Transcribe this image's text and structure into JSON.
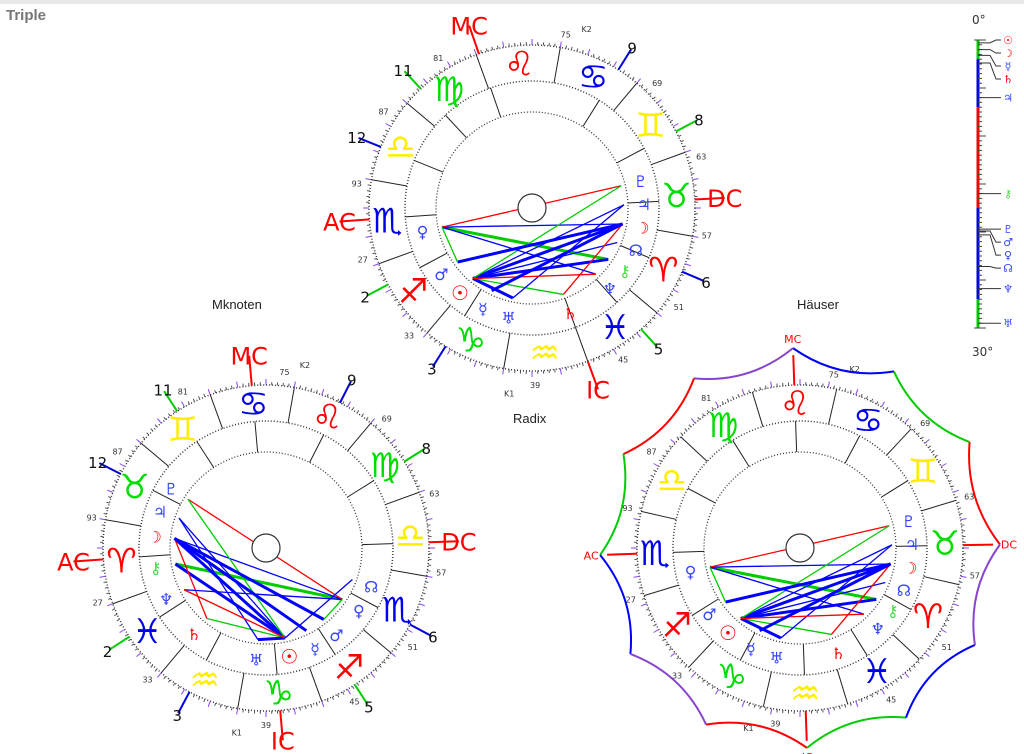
{
  "title": "Triple",
  "chart_labels": {
    "left": "Mknoten",
    "center": "Radix",
    "right": "Häuser"
  },
  "angles": {
    "ac": "AC",
    "dc": "DC",
    "mc": "MC",
    "ic": "IC"
  },
  "house_numbers": [
    "11",
    "12",
    "2",
    "3",
    "5",
    "6",
    "8",
    "9"
  ],
  "degree_labels": [
    "75",
    "K2",
    "69",
    "63",
    "57",
    "51",
    "45",
    "39",
    "K1",
    "33",
    "27",
    "93",
    "87",
    "81"
  ],
  "signs": [
    {
      "glyph": "♈",
      "color": "#ff0000"
    },
    {
      "glyph": "♉",
      "color": "#00dd00"
    },
    {
      "glyph": "♊",
      "color": "#ffee00"
    },
    {
      "glyph": "♋",
      "color": "#0000ee"
    },
    {
      "glyph": "♌",
      "color": "#ff0000"
    },
    {
      "glyph": "♍",
      "color": "#00dd00"
    },
    {
      "glyph": "♎",
      "color": "#ffee00"
    },
    {
      "glyph": "♏",
      "color": "#0000ee"
    },
    {
      "glyph": "♐",
      "color": "#ff0000"
    },
    {
      "glyph": "♑",
      "color": "#00dd00"
    },
    {
      "glyph": "♒",
      "color": "#ffee00"
    },
    {
      "glyph": "♓",
      "color": "#0000ee"
    }
  ],
  "planets": {
    "sun": {
      "glyph": "☉",
      "color": "#ff0000"
    },
    "moon": {
      "glyph": "☽",
      "color": "#ff0000"
    },
    "mercury": {
      "glyph": "☿",
      "color": "#3344ff"
    },
    "venus": {
      "glyph": "♀",
      "color": "#3344ff"
    },
    "mars": {
      "glyph": "♂",
      "color": "#3344ff"
    },
    "jupiter": {
      "glyph": "♃",
      "color": "#3344ff"
    },
    "saturn": {
      "glyph": "♄",
      "color": "#ff0000"
    },
    "uranus": {
      "glyph": "♅",
      "color": "#3344ff"
    },
    "neptune": {
      "glyph": "♆",
      "color": "#3344ff"
    },
    "pluto": {
      "glyph": "♇",
      "color": "#3344ff"
    },
    "chiron": {
      "glyph": "⚷",
      "color": "#44dd44"
    },
    "node": {
      "glyph": "☊",
      "color": "#3344ff"
    }
  },
  "scale": {
    "top_label": "0°",
    "bottom_label": "30°",
    "markers": [
      {
        "planet": "sun",
        "deg": 0.3
      },
      {
        "planet": "moon",
        "deg": 1.0
      },
      {
        "planet": "mercury",
        "deg": 1.6
      },
      {
        "planet": "saturn",
        "deg": 2.4
      },
      {
        "planet": "jupiter",
        "deg": 6.0
      },
      {
        "planet": "chiron",
        "deg": 16.0
      },
      {
        "planet": "pluto",
        "deg": 19.7
      },
      {
        "planet": "mars",
        "deg": 19.9
      },
      {
        "planet": "venus",
        "deg": 20.3
      },
      {
        "planet": "node",
        "deg": 23.6
      },
      {
        "planet": "neptune",
        "deg": 25.9
      },
      {
        "planet": "uranus",
        "deg": 29.5
      }
    ]
  }
}
